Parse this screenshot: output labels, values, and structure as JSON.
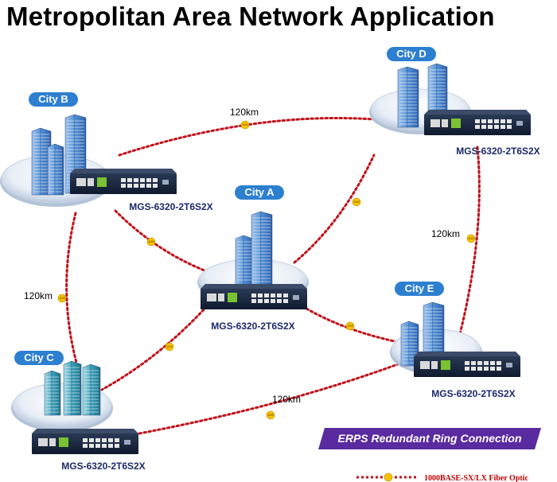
{
  "title": "Metropolitan Area Network Application",
  "cities": [
    {
      "id": "A",
      "label": "City A",
      "device": "MGS-6320-2T6S2X"
    },
    {
      "id": "B",
      "label": "City B",
      "device": "MGS-6320-2T6S2X"
    },
    {
      "id": "C",
      "label": "City C",
      "device": "MGS-6320-2T6S2X"
    },
    {
      "id": "D",
      "label": "City D",
      "device": "MGS-6320-2T6S2X"
    },
    {
      "id": "E",
      "label": "City E",
      "device": "MGS-6320-2T6S2X"
    }
  ],
  "links": [
    {
      "from": "B",
      "to": "D",
      "distance": "120km"
    },
    {
      "from": "D",
      "to": "E",
      "distance": "120km"
    },
    {
      "from": "B",
      "to": "C",
      "distance": "120km"
    },
    {
      "from": "C",
      "to": "E",
      "distance": "120km"
    },
    {
      "from": "A",
      "to": "B",
      "distance": ""
    },
    {
      "from": "A",
      "to": "D",
      "distance": ""
    },
    {
      "from": "A",
      "to": "C",
      "distance": ""
    },
    {
      "from": "A",
      "to": "E",
      "distance": ""
    }
  ],
  "badge_text": "1000",
  "erps_label": "ERPS Redundant Ring Connection",
  "legend_label": "1000BASE-SX/LX Fiber Optic",
  "colors": {
    "link": "#c0121c",
    "city_label_bg": "#2d7fd0",
    "device_label": "#1b2a6b",
    "erps_bg": "#5a2aa0",
    "badge": "#f5c400"
  }
}
